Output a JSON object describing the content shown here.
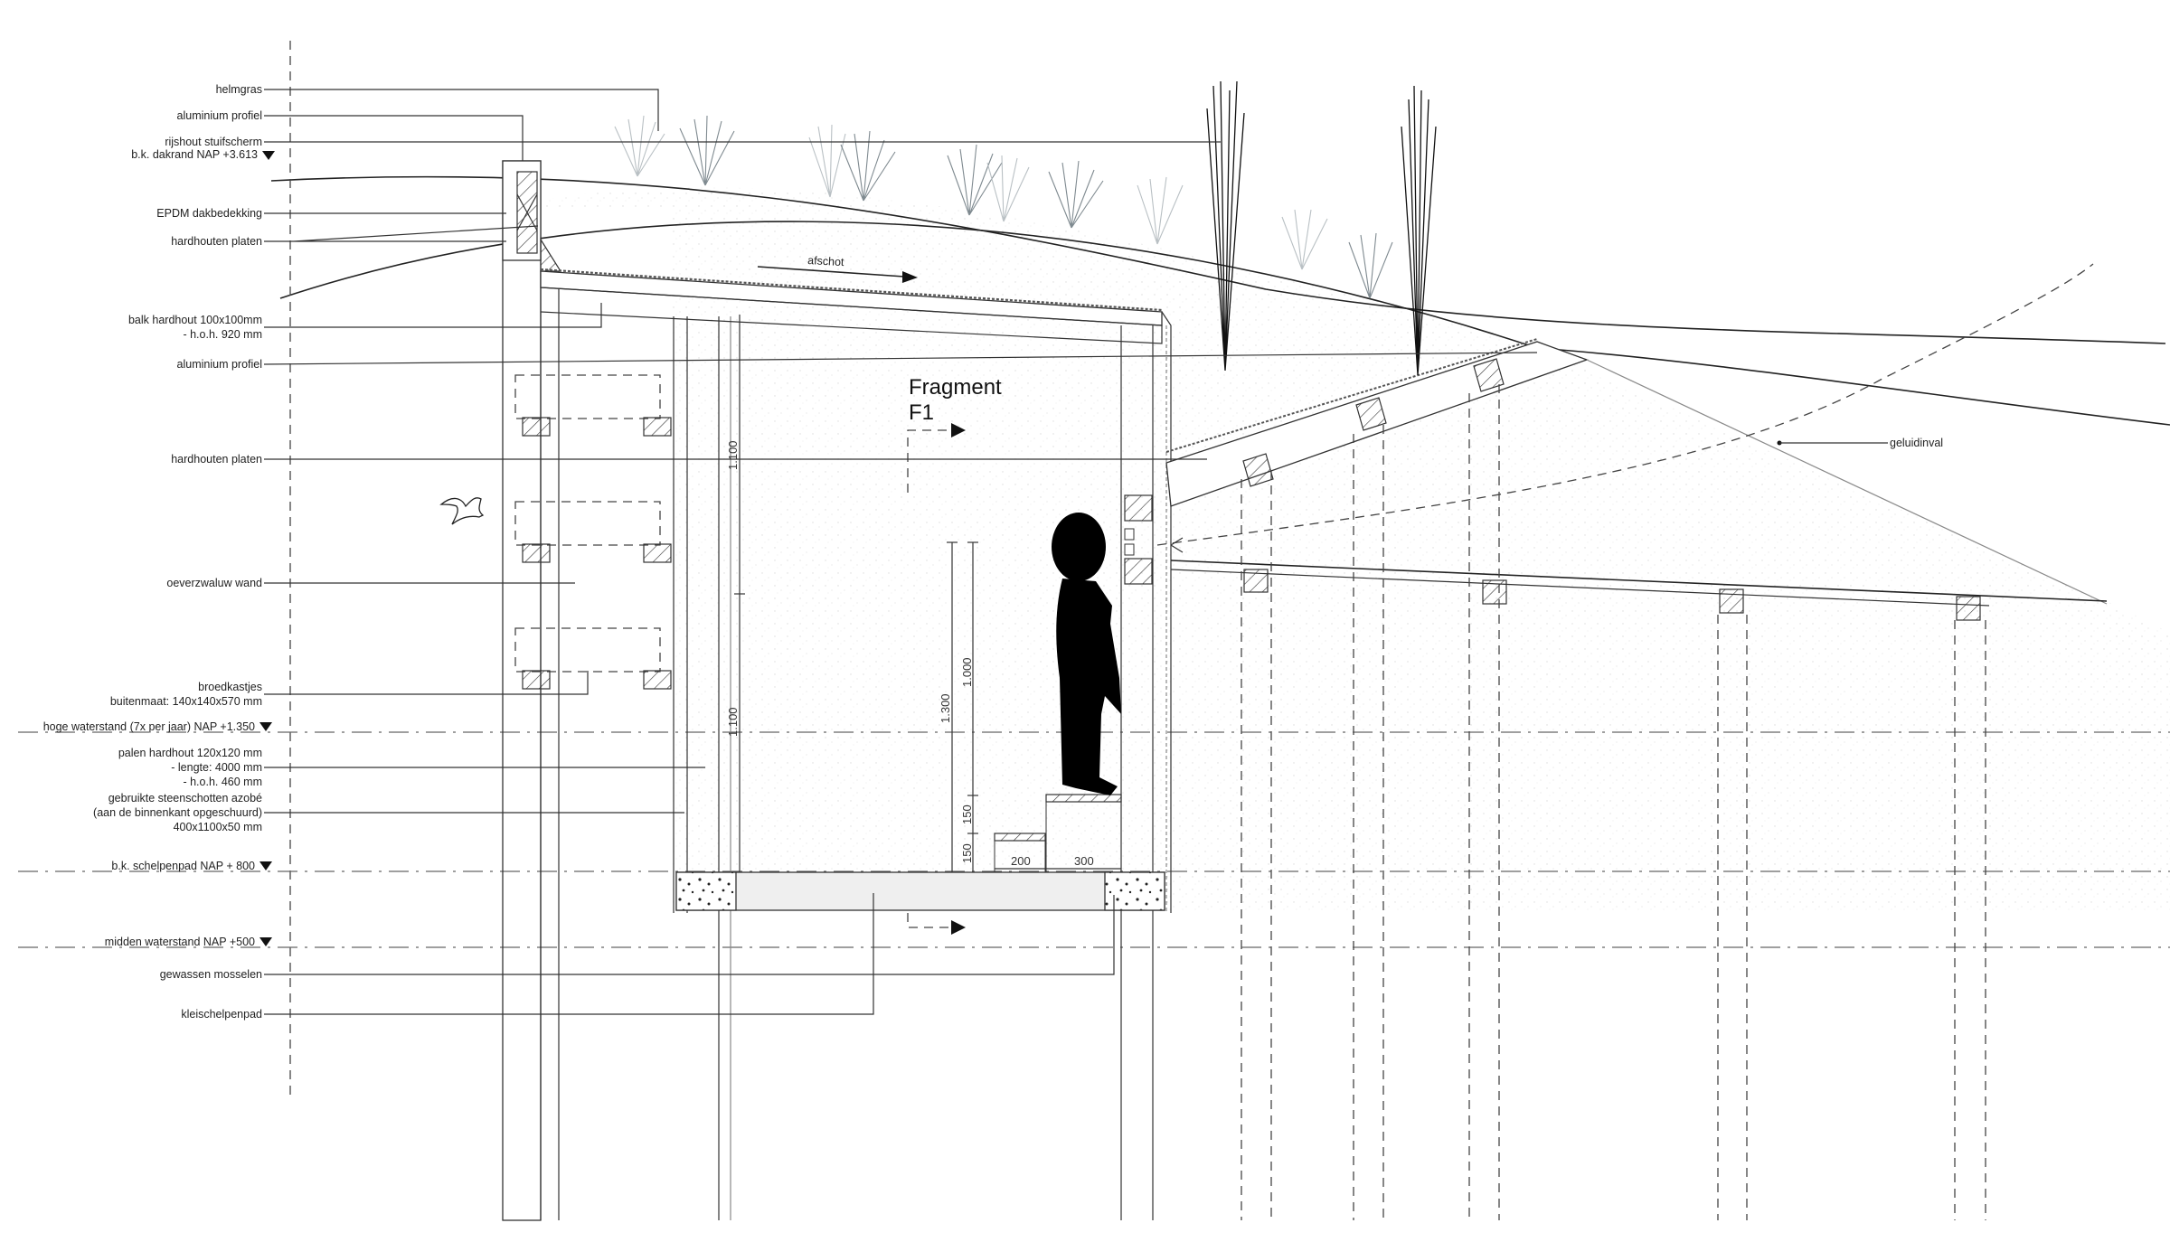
{
  "drawing": {
    "type": "architectural section",
    "fragment_marker": {
      "line1": "Fragment",
      "line2": "F1"
    },
    "flow_label": "afschot",
    "sound_label": "geluidinval"
  },
  "annotations_left": [
    {
      "id": "helmgras",
      "text": "helmgras"
    },
    {
      "id": "aluminium-profiel-top",
      "text": "aluminium profiel"
    },
    {
      "id": "rijshout",
      "text": "rijshout stuifscherm"
    },
    {
      "id": "dakrand",
      "text": "b.k. dakrand NAP +3.613"
    },
    {
      "id": "epdm",
      "text": "EPDM dakbedekking"
    },
    {
      "id": "hardhouten-platen-top",
      "text": "hardhouten platen"
    },
    {
      "id": "balk-1",
      "text": "balk hardhout 100x100mm"
    },
    {
      "id": "balk-2",
      "text": "- h.o.h. 920 mm"
    },
    {
      "id": "aluminium-profiel-mid",
      "text": "aluminium profiel"
    },
    {
      "id": "hardhouten-platen-mid",
      "text": "hardhouten platen"
    },
    {
      "id": "oeverzwaluw",
      "text": "oeverzwaluw wand"
    },
    {
      "id": "broedkastjes-1",
      "text": "broedkastjes"
    },
    {
      "id": "broedkastjes-2",
      "text": "buitenmaat: 140x140x570 mm"
    },
    {
      "id": "hoge-waterstand",
      "text": "hoge waterstand (7x per jaar) NAP +1.350"
    },
    {
      "id": "palen-1",
      "text": "palen hardhout 120x120 mm"
    },
    {
      "id": "palen-2",
      "text": "- lengte: 4000 mm"
    },
    {
      "id": "palen-3",
      "text": "- h.o.h. 460 mm"
    },
    {
      "id": "steenschotten-1",
      "text": "gebruikte steenschotten azobé"
    },
    {
      "id": "steenschotten-2",
      "text": "(aan de binnenkant opgeschuurd)"
    },
    {
      "id": "steenschotten-3",
      "text": "400x1100x50 mm"
    },
    {
      "id": "schelpenpad",
      "text": "b.k. schelpenpad NAP + 800"
    },
    {
      "id": "midden-waterstand",
      "text": "midden waterstand NAP +500"
    },
    {
      "id": "mosselen",
      "text": "gewassen mosselen"
    },
    {
      "id": "kleischelpenpad",
      "text": "kleischelpenpad"
    }
  ],
  "dimensions": {
    "wall_upper": "1.100",
    "wall_lower": "1.100",
    "eye_height_total": "1.300",
    "eye_height_step": "1.000",
    "step_rise_upper": "150",
    "step_rise_lower": "150",
    "step_tread_lower": "200",
    "step_tread_upper": "300"
  },
  "icons": [
    "bird-icon",
    "person-silhouette",
    "level-marker-triangle",
    "section-arrow"
  ]
}
